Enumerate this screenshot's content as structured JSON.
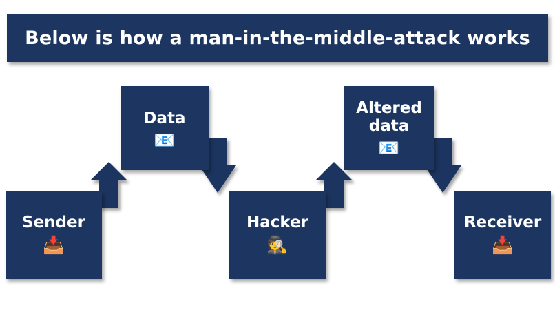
{
  "title": {
    "text": "Below is how a man-in-the-middle-attack works"
  },
  "colors": {
    "box_fill": "#1d3661",
    "box_text": "#ffffff",
    "background": "#ffffff",
    "arrow_fill": "#1d3661"
  },
  "diagram": {
    "type": "flow",
    "nodes": [
      {
        "id": "sender",
        "label": "Sender",
        "icon": "inbox-tray-icon",
        "glyph": "📥"
      },
      {
        "id": "data",
        "label": "Data",
        "icon": "email-icon",
        "glyph": "📧"
      },
      {
        "id": "hacker",
        "label": "Hacker",
        "icon": "detective-icon",
        "glyph": "🕵️"
      },
      {
        "id": "altered",
        "label": "Altered\ndata",
        "icon": "email-icon",
        "glyph": "📧"
      },
      {
        "id": "receiver",
        "label": "Receiver",
        "icon": "inbox-tray-icon",
        "glyph": "📥"
      }
    ],
    "arrows": [
      {
        "id": "sender-to-data",
        "from": "sender",
        "to": "data",
        "direction": "up-right"
      },
      {
        "id": "data-to-hacker",
        "from": "data",
        "to": "hacker",
        "direction": "down-right"
      },
      {
        "id": "hacker-to-altered",
        "from": "hacker",
        "to": "altered",
        "direction": "up-right"
      },
      {
        "id": "altered-to-receiver",
        "from": "altered",
        "to": "receiver",
        "direction": "down-right"
      }
    ]
  }
}
